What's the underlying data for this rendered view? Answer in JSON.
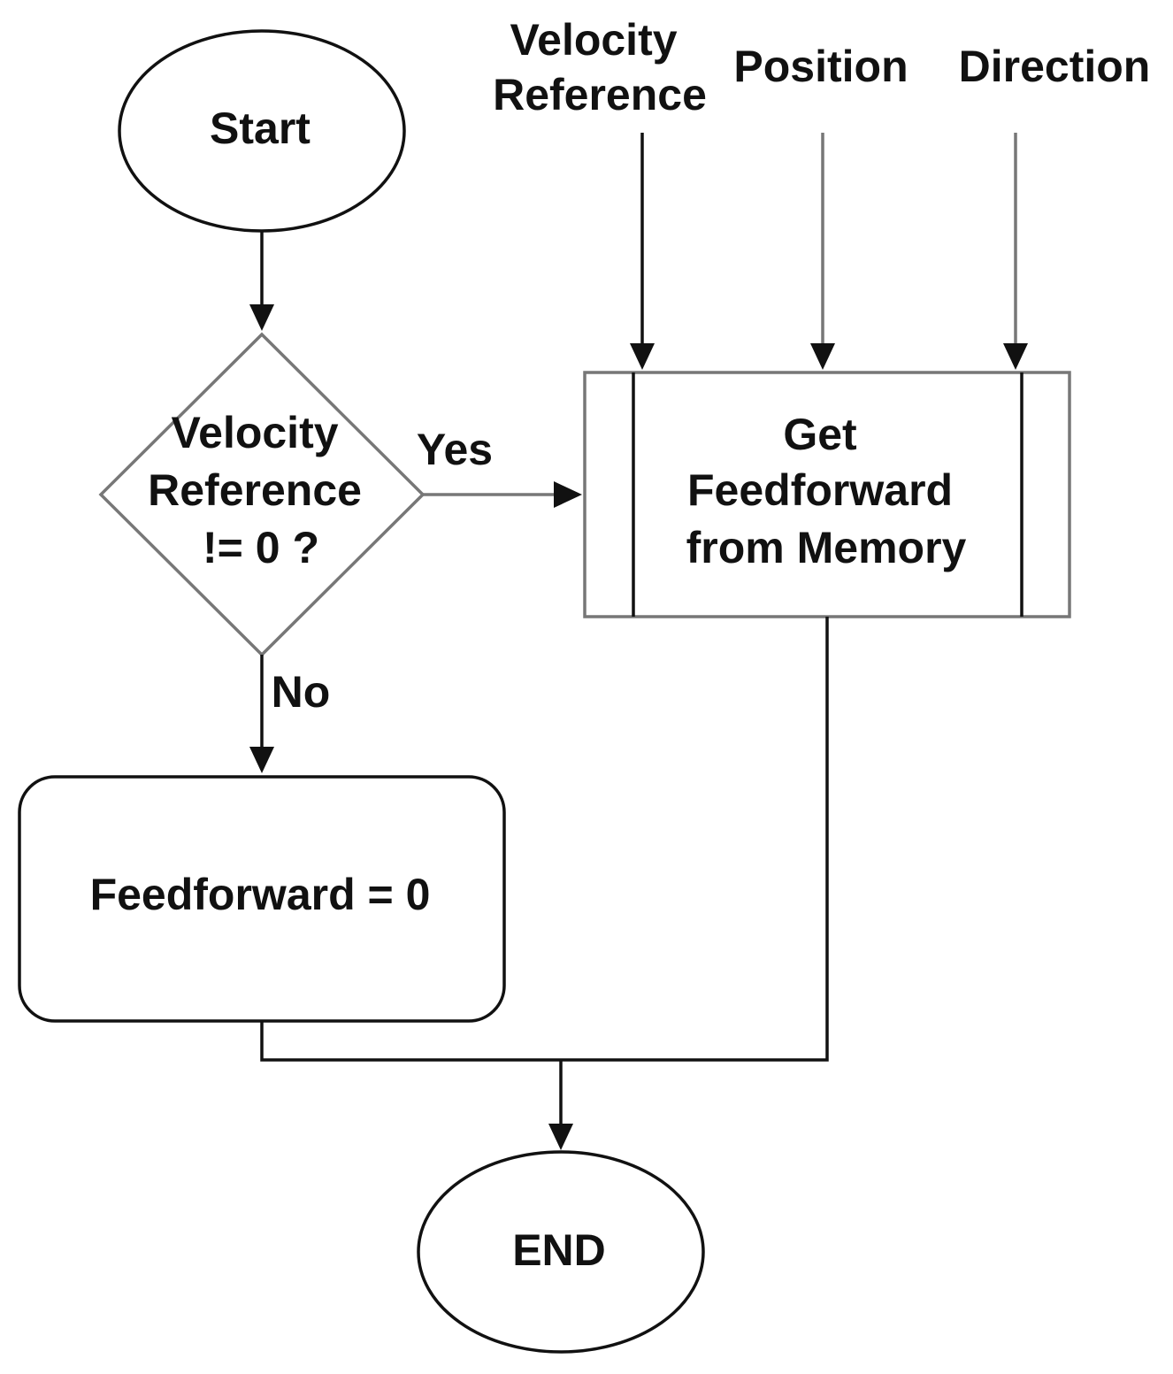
{
  "nodes": {
    "start": {
      "label": "Start"
    },
    "decision": {
      "lines": [
        "Velocity",
        "Reference",
        "!= 0 ?"
      ]
    },
    "process": {
      "lines": [
        "Get",
        "Feedforward",
        "from Memory"
      ]
    },
    "zero": {
      "label": "Feedforward = 0"
    },
    "end": {
      "label": "END"
    }
  },
  "inputs": {
    "velocity_reference": {
      "lines": [
        "Velocity",
        "Reference"
      ]
    },
    "position": {
      "label": "Position"
    },
    "direction": {
      "label": "Direction"
    }
  },
  "edges": {
    "yes_label": "Yes",
    "no_label": "No"
  }
}
